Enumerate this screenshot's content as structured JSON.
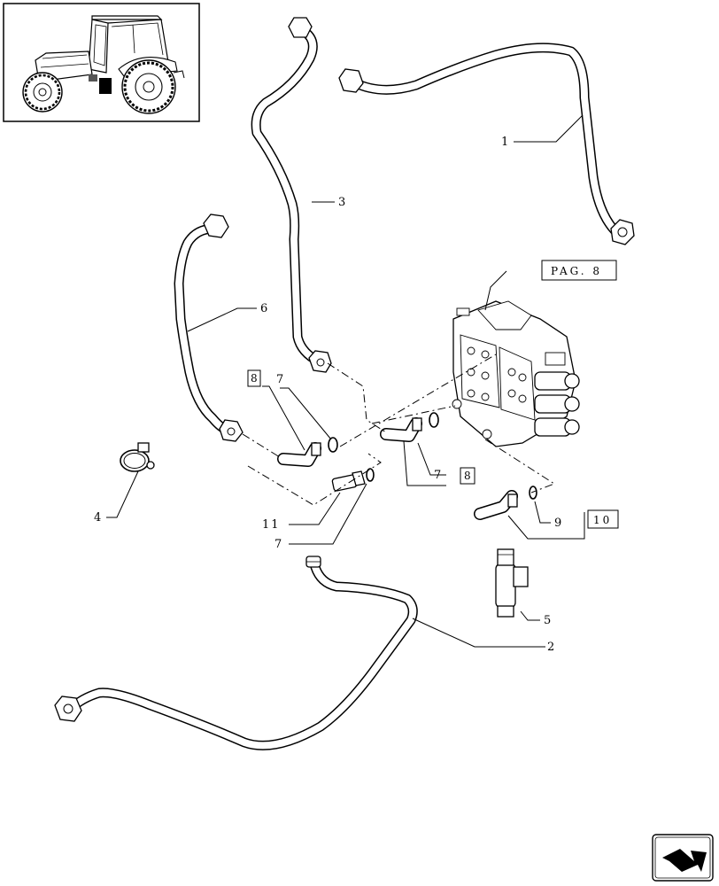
{
  "callouts": {
    "c1": "1",
    "c2": "2",
    "c3": "3",
    "c4": "4",
    "c5": "5",
    "c6": "6",
    "c7a": "7",
    "c7b": "7",
    "c7c": "7",
    "c9": "9",
    "c11": "11"
  },
  "ref_boxes": {
    "pag8": "PAG. 8",
    "box8a": "8",
    "box8b": "8",
    "box10": "10"
  },
  "icons": {
    "thumbnail": "tractor-thumbnail-icon",
    "nav": "next-page-arrow-icon"
  }
}
